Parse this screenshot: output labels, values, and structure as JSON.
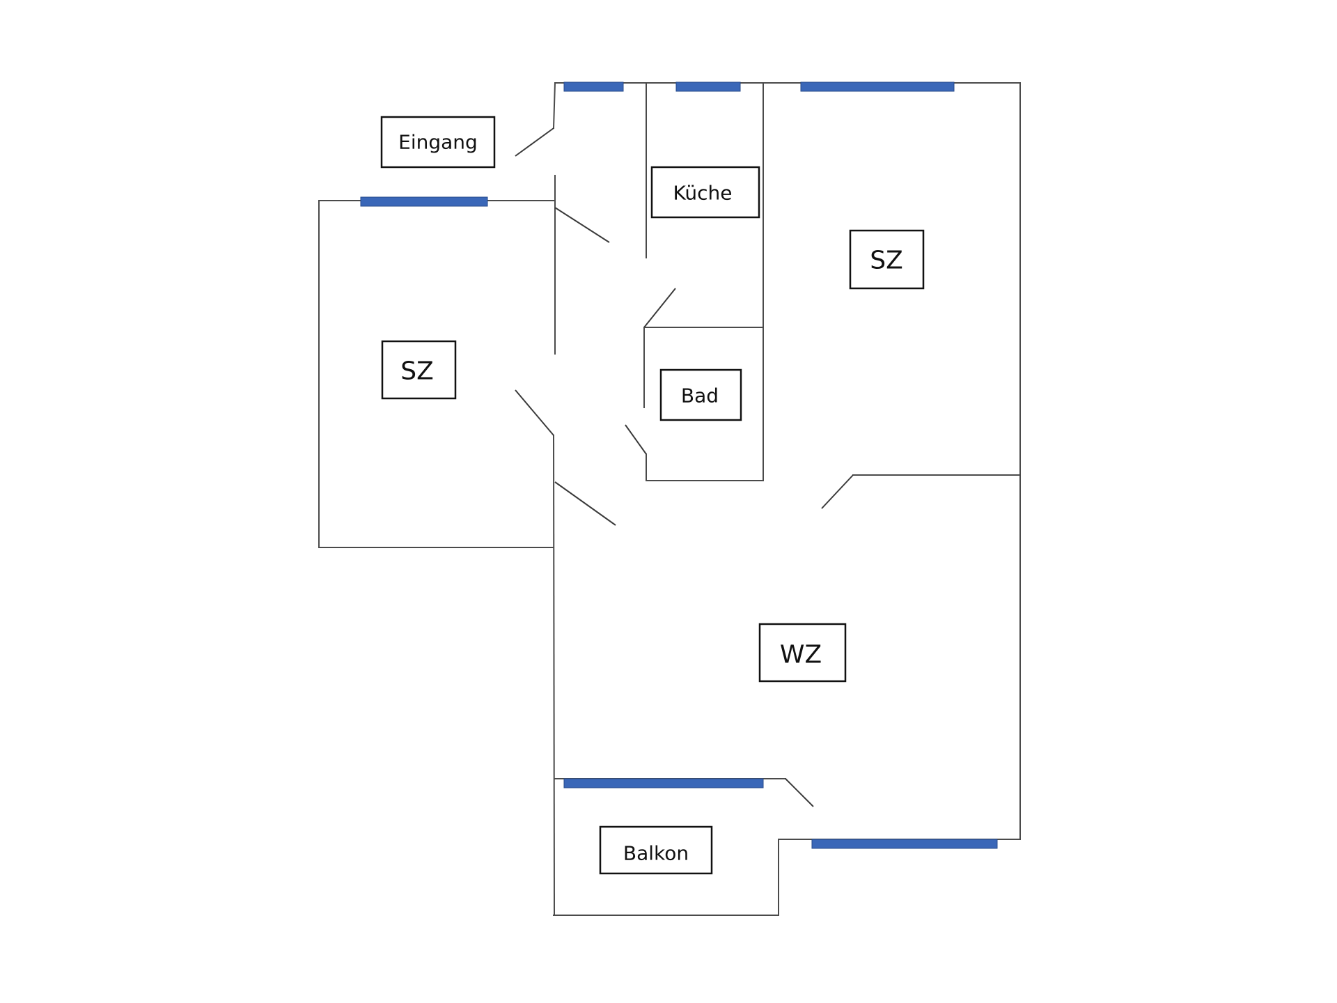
{
  "plan": {
    "rooms": {
      "entrance": "Eingang",
      "kitchen": "Küche",
      "bedroom_right": "SZ",
      "bedroom_left": "SZ",
      "bathroom": "Bad",
      "living_room": "WZ",
      "balcony": "Balkon"
    }
  },
  "colors": {
    "window": "#3a67b8",
    "wall": "#4a4a4a",
    "label_border": "#111111",
    "background": "#ffffff"
  }
}
